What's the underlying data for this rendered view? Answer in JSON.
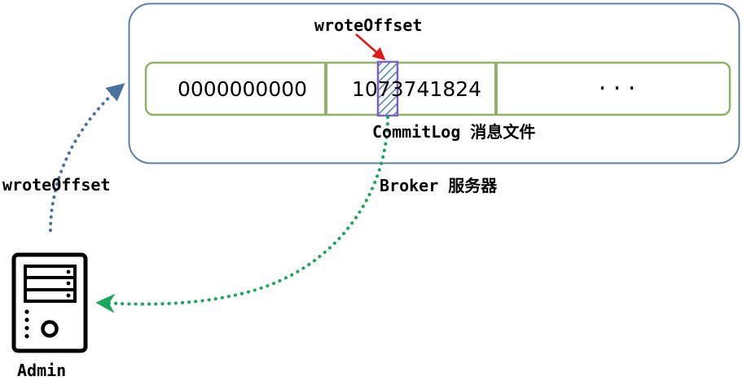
{
  "diagram": {
    "title_hidden": "",
    "broker": {
      "label": "Broker 服务器",
      "border_color": "#5b7fa6",
      "commitlog": {
        "label": "CommitLog 消息文件",
        "border_color": "#8cb366",
        "cells": [
          {
            "value": "0000000000"
          },
          {
            "value": "1073741824"
          },
          {
            "value": "···"
          }
        ]
      }
    },
    "marker": {
      "label": "wroteOffset",
      "arrow_color": "#e01b1b",
      "block_border_color": "#7b61c4",
      "block_hatch_color": "#4a7ebb"
    },
    "admin": {
      "label": "Admin",
      "icon": "server-tower-icon"
    },
    "flows": [
      {
        "name": "admin-to-broker",
        "label": "wroteOffset",
        "color": "#4a72a0",
        "style": "dotted"
      },
      {
        "name": "broker-to-admin",
        "label": "",
        "color": "#17a85a",
        "style": "dotted"
      }
    ]
  }
}
